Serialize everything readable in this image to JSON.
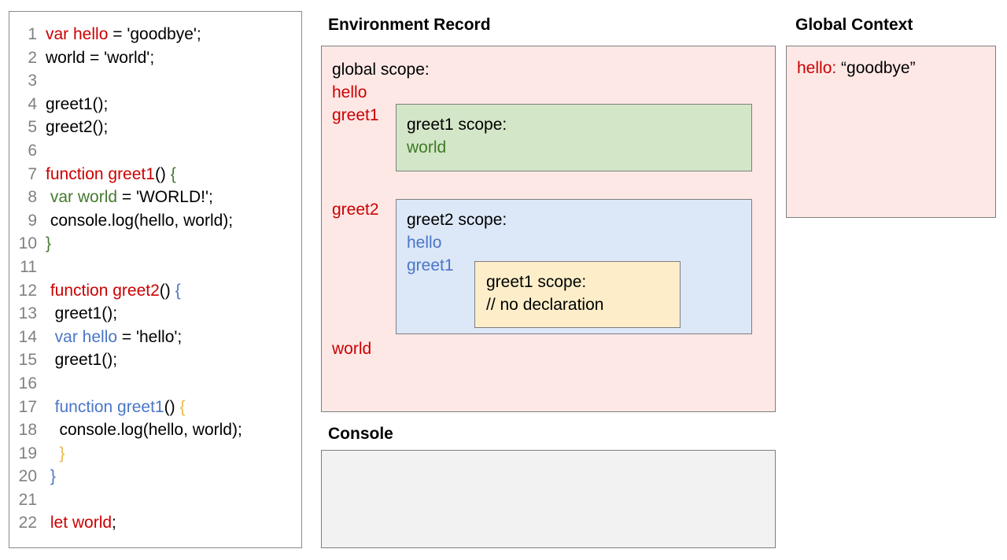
{
  "code_panel": {
    "lines": [
      {
        "num": "1",
        "segments": [
          {
            "text": "var hello",
            "color": "red"
          },
          {
            "text": " = 'goodbye';",
            "color": "black"
          }
        ]
      },
      {
        "num": "2",
        "segments": [
          {
            "text": "world = 'world';",
            "color": "black"
          }
        ]
      },
      {
        "num": "3",
        "segments": [
          {
            "text": "",
            "color": "black"
          }
        ]
      },
      {
        "num": "4",
        "segments": [
          {
            "text": "greet1();",
            "color": "black"
          }
        ]
      },
      {
        "num": "5",
        "segments": [
          {
            "text": "greet2();",
            "color": "black"
          }
        ]
      },
      {
        "num": "6",
        "segments": [
          {
            "text": "",
            "color": "black"
          }
        ]
      },
      {
        "num": "7",
        "segments": [
          {
            "text": "function greet1",
            "color": "red"
          },
          {
            "text": "() ",
            "color": "black"
          },
          {
            "text": "{",
            "color": "green"
          }
        ]
      },
      {
        "num": "8",
        "segments": [
          {
            "text": " ",
            "color": "black"
          },
          {
            "text": "var world",
            "color": "green"
          },
          {
            "text": " = 'WORLD!';",
            "color": "black"
          }
        ]
      },
      {
        "num": "9",
        "segments": [
          {
            "text": " console.log(hello, world);",
            "color": "black"
          }
        ]
      },
      {
        "num": "10",
        "segments": [
          {
            "text": "}",
            "color": "green"
          }
        ]
      },
      {
        "num": "11",
        "segments": [
          {
            "text": "",
            "color": "black"
          }
        ]
      },
      {
        "num": "12",
        "segments": [
          {
            "text": " ",
            "color": "black"
          },
          {
            "text": "function greet2",
            "color": "red"
          },
          {
            "text": "() ",
            "color": "black"
          },
          {
            "text": "{",
            "color": "blue"
          }
        ]
      },
      {
        "num": "13",
        "segments": [
          {
            "text": "  greet1();",
            "color": "black"
          }
        ]
      },
      {
        "num": "14",
        "segments": [
          {
            "text": "  ",
            "color": "black"
          },
          {
            "text": "var hello",
            "color": "blue"
          },
          {
            "text": " = 'hello';",
            "color": "black"
          }
        ]
      },
      {
        "num": "15",
        "segments": [
          {
            "text": "  greet1();",
            "color": "black"
          }
        ]
      },
      {
        "num": "16",
        "segments": [
          {
            "text": "",
            "color": "black"
          }
        ]
      },
      {
        "num": "17",
        "segments": [
          {
            "text": "  ",
            "color": "black"
          },
          {
            "text": "function greet1",
            "color": "blue"
          },
          {
            "text": "() ",
            "color": "black"
          },
          {
            "text": "{",
            "color": "tan"
          }
        ]
      },
      {
        "num": "18",
        "segments": [
          {
            "text": "   console.log(hello, world);",
            "color": "black"
          }
        ]
      },
      {
        "num": "19",
        "segments": [
          {
            "text": "   ",
            "color": "black"
          },
          {
            "text": "}",
            "color": "tan"
          }
        ]
      },
      {
        "num": "20",
        "segments": [
          {
            "text": " ",
            "color": "black"
          },
          {
            "text": "}",
            "color": "blue"
          }
        ]
      },
      {
        "num": "21",
        "segments": [
          {
            "text": "",
            "color": "black"
          }
        ]
      },
      {
        "num": "22",
        "segments": [
          {
            "text": " ",
            "color": "black"
          },
          {
            "text": "let world",
            "color": "red"
          },
          {
            "text": ";",
            "color": "black"
          }
        ]
      }
    ]
  },
  "environment_record": {
    "title": "Environment Record",
    "global_scope_heading": "global scope:",
    "global_vars": [
      "hello",
      "greet1",
      "greet2",
      "world"
    ],
    "greet1_scope": {
      "heading": "greet1 scope:",
      "var": "world"
    },
    "greet2_scope": {
      "heading": "greet2 scope:",
      "var1": "hello",
      "var2": "greet1",
      "nested_greet1_scope": {
        "heading": "greet1 scope:",
        "note": "// no declaration"
      }
    }
  },
  "global_context": {
    "title": "Global Context",
    "entries": [
      {
        "key": "hello:",
        "value": "“goodbye”"
      }
    ]
  },
  "console": {
    "title": "Console",
    "output": ""
  },
  "colors": {
    "red": "#cc0000",
    "green": "#447a2e",
    "blue": "#4a76c7",
    "tan": "#e8b84b",
    "pink_panel": "#fde8e6",
    "green_panel": "#d3e6c8",
    "blue_panel": "#dce7f8",
    "yellow_panel": "#fdeec9",
    "console_panel": "#f2f2f2",
    "border": "#7f7f7f",
    "line_number": "#808080"
  }
}
